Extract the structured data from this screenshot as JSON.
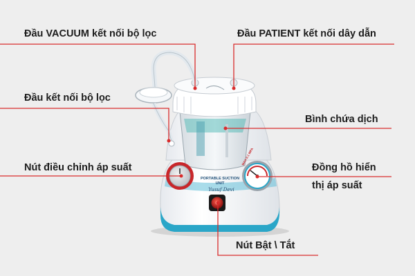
{
  "labels": {
    "vacuum_port": "Đầu VACUUM kết nối bộ lọc",
    "patient_port": "Đầu PATIENT kết nối dây dẫn",
    "filter_connector": "Đầu kết nối bộ lọc",
    "fluid_jar": "Bình chứa dịch",
    "pressure_knob": "Nút điều chỉnh áp suất",
    "gauge_line1": "Đồng hồ hiển",
    "gauge_line2": "thị áp suất",
    "power_switch": "Nút Bật \\ Tắt"
  },
  "device_text": {
    "model_line1": "PORTABLE SUCTION",
    "model_line2": "UNIT",
    "brand": "Yusuf Devi",
    "gauge_mark": "MAX 0.1 MPA"
  },
  "colors": {
    "leader_line": "#d92b2b",
    "label_text": "#1c1c1c",
    "background": "#eeeeee",
    "device_body": "#f7f8fa",
    "base_stripe": "#2aa6c8",
    "knob_red": "#c8262a",
    "jar_teal": "#3fb3b0"
  }
}
